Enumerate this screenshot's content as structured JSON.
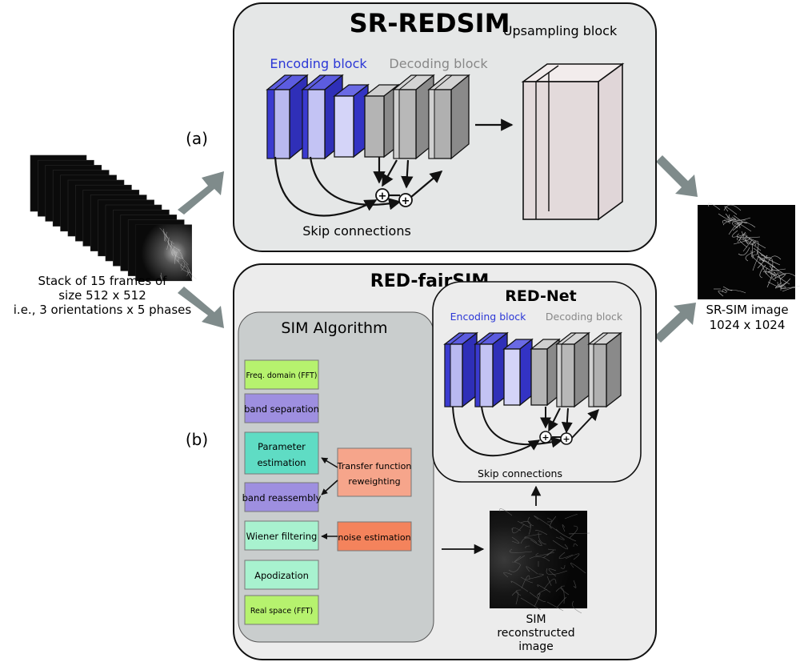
{
  "input": {
    "caption_lines": [
      "Stack of 15 frames of",
      "size 512 x 512",
      "i.e., 3 orientations x 5 phases"
    ]
  },
  "labels": {
    "a": "(a)",
    "b": "(b)"
  },
  "sr_redsim": {
    "title": "SR-REDSIM",
    "encoding": "Encoding block",
    "decoding": "Decoding block",
    "upsampling": "Upsampling block",
    "skip": "Skip connections"
  },
  "red_fairsim": {
    "title": "RED-fairSIM",
    "sim_algorithm": {
      "title": "SIM Algorithm",
      "steps": {
        "fft": "Freq. domain (FFT)",
        "band_sep": "band separation",
        "param_1": "Parameter",
        "param_2": "estimation",
        "band_reasm": "band reassembly",
        "wiener": "Wiener filtering",
        "apod": "Apodization",
        "real": "Real space (FFT)"
      },
      "side": {
        "transfer_1": "Transfer function",
        "transfer_2": "reweighting",
        "noise": "noise estimation"
      }
    },
    "red_net": {
      "title": "RED-Net",
      "encoding": "Encoding block",
      "decoding": "Decoding block",
      "skip": "Skip connections"
    },
    "sim_recon": [
      "SIM",
      "reconstructed",
      "image"
    ]
  },
  "output": {
    "caption_lines": [
      "SR-SIM image",
      "1024 x 1024"
    ]
  },
  "colors": {
    "panel_top": "#e5e7e7",
    "panel_bottom": "#ececec",
    "sim_panel": "#c9cdcd",
    "encoding_blue": "#3a3ad0",
    "decoding_gray": "#888888",
    "green": "#b6f26e",
    "purple": "#9e8fe0",
    "teal": "#5fdcc4",
    "mint": "#a8f2cf",
    "salmon": "#f6a58b",
    "orange": "#f4835c",
    "arrow_gray": "#7f8b8b"
  }
}
